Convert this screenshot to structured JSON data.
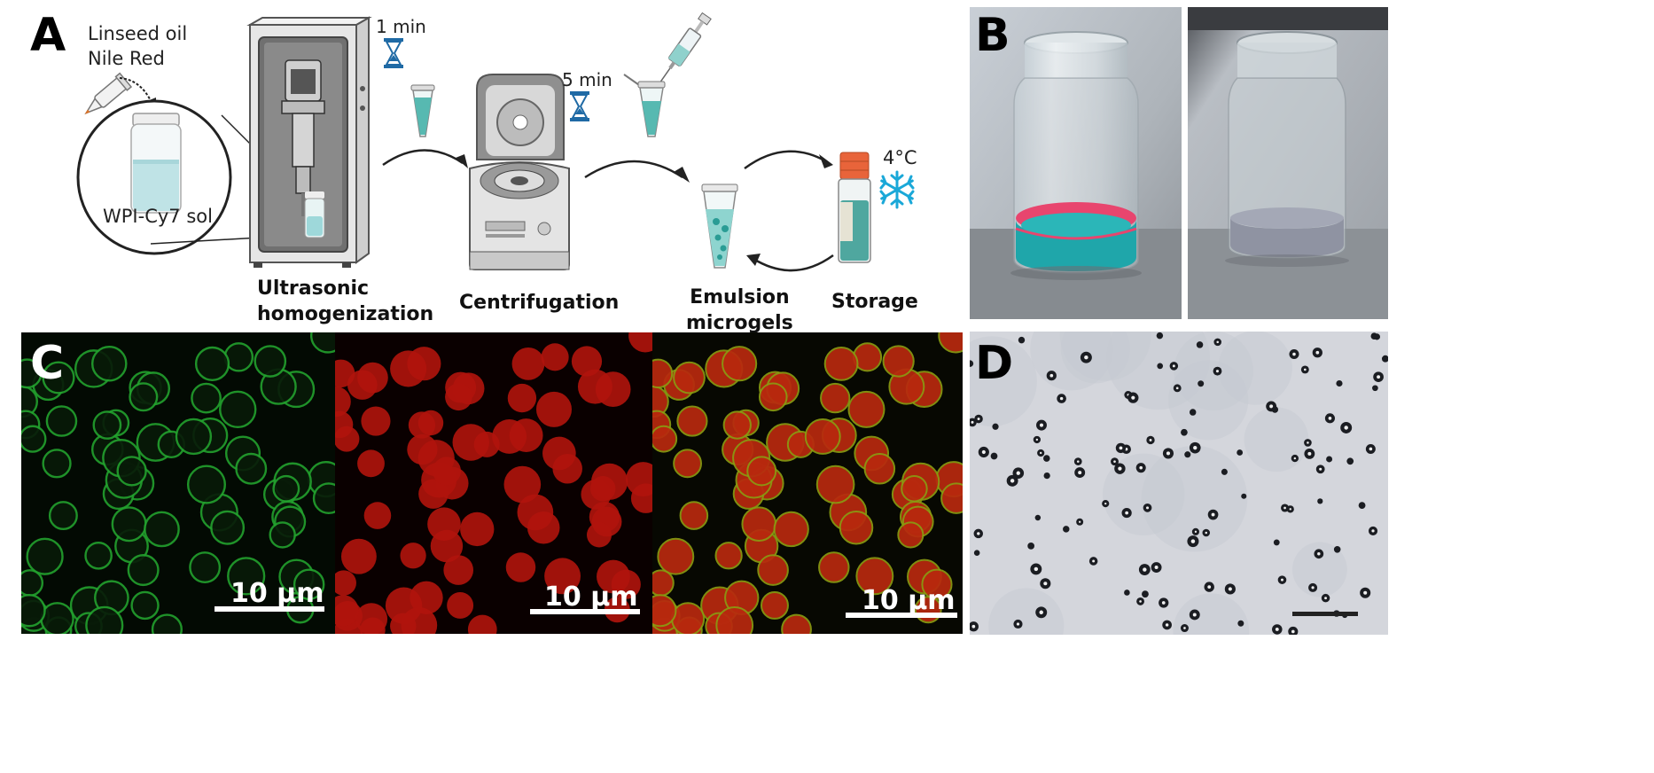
{
  "panel_a": {
    "letter": "A",
    "oil_label": "Linseed oil",
    "dye_label": "Nile Red",
    "solution_label": "WPI-Cy7 sol",
    "time_homogenization": "1 min",
    "time_centrifugation": "5 min",
    "storage_temp": "4°C",
    "steps": {
      "ultrasonic_line1": "Ultrasonic",
      "ultrasonic_line2": "homogenization",
      "centrifugation": "Centrifugation",
      "emulsion_line1": "Emulsion",
      "emulsion_line2": "microgels",
      "storage": "Storage"
    }
  },
  "panel_b": {
    "letter": "B"
  },
  "panel_c": {
    "letter": "C",
    "scale_labels": [
      "10 µm",
      "10 µm",
      "10 µm"
    ],
    "channel_colors": [
      "#1e9e2a",
      "#c81a10",
      "#c8a020"
    ]
  },
  "panel_d": {
    "letter": "D"
  },
  "colors": {
    "teal": "#4fb8b0",
    "pink": "#e0406a",
    "orange_cap": "#e8643a",
    "snowflake": "#1aa8d8",
    "hourglass": "#1f6aa5"
  }
}
